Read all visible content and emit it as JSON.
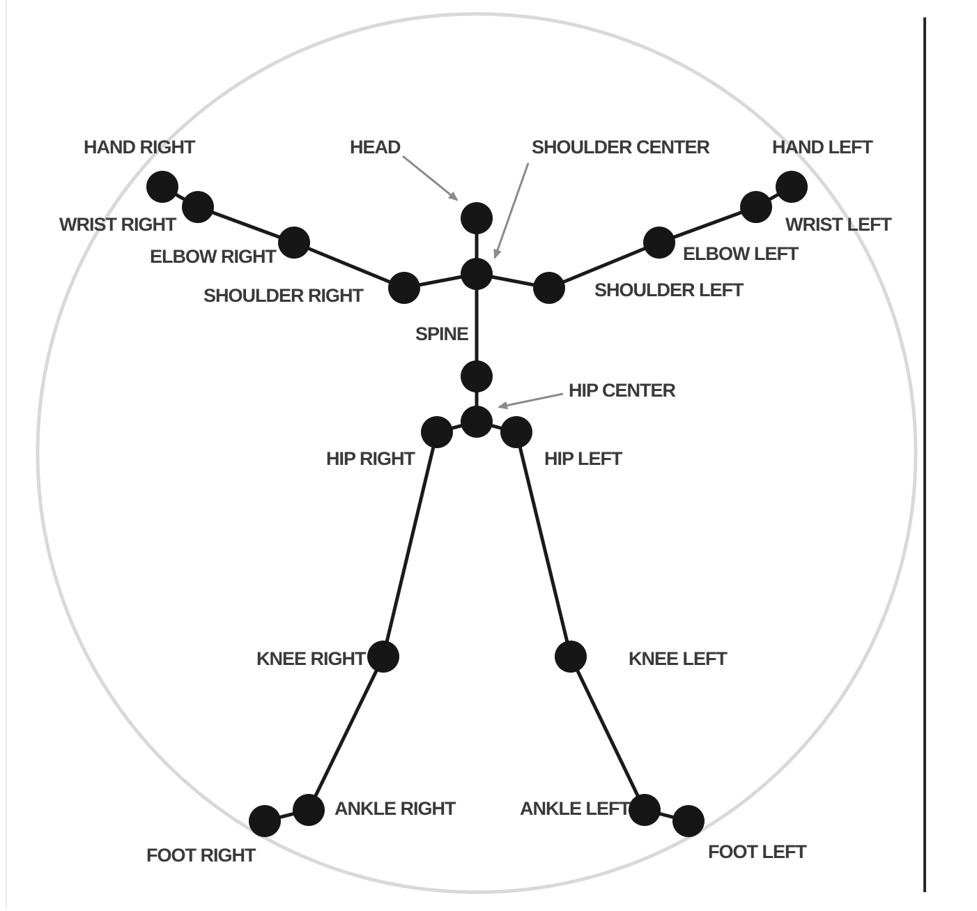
{
  "colors": {
    "background": "#ffffff",
    "circle": "#d9d9d9",
    "bone": "#1a1a1a",
    "joint": "#161616",
    "label": "#3a3a3a",
    "arrow": "#8a8a8a",
    "divider": "#2a2a2a",
    "left_edge": "#e8e8e8"
  },
  "labels": {
    "hand_right": "HAND RIGHT",
    "wrist_right": "WRIST RIGHT",
    "elbow_right": "ELBOW RIGHT",
    "shoulder_right": "SHOULDER RIGHT",
    "head": "HEAD",
    "shoulder_center": "SHOULDER CENTER",
    "hand_left": "HAND LEFT",
    "wrist_left": "WRIST LEFT",
    "elbow_left": "ELBOW LEFT",
    "shoulder_left": "SHOULDER LEFT",
    "spine": "SPINE",
    "hip_center": "HIP CENTER",
    "hip_right": "HIP RIGHT",
    "hip_left": "HIP LEFT",
    "knee_right": "KNEE RIGHT",
    "knee_left": "KNEE LEFT",
    "ankle_right": "ANKLE RIGHT",
    "ankle_left": "ANKLE LEFT",
    "foot_right": "FOOT RIGHT",
    "foot_left": "FOOT LEFT"
  },
  "joints": [
    "head",
    "shoulder_center",
    "spine",
    "hip_center",
    "shoulder_right",
    "elbow_right",
    "wrist_right",
    "hand_right",
    "shoulder_left",
    "elbow_left",
    "wrist_left",
    "hand_left",
    "hip_right",
    "knee_right",
    "ankle_right",
    "foot_right",
    "hip_left",
    "knee_left",
    "ankle_left",
    "foot_left"
  ],
  "bones": [
    [
      "head",
      "shoulder_center"
    ],
    [
      "shoulder_center",
      "spine"
    ],
    [
      "spine",
      "hip_center"
    ],
    [
      "shoulder_center",
      "shoulder_right"
    ],
    [
      "shoulder_right",
      "elbow_right"
    ],
    [
      "elbow_right",
      "wrist_right"
    ],
    [
      "wrist_right",
      "hand_right"
    ],
    [
      "shoulder_center",
      "shoulder_left"
    ],
    [
      "shoulder_left",
      "elbow_left"
    ],
    [
      "elbow_left",
      "wrist_left"
    ],
    [
      "wrist_left",
      "hand_left"
    ],
    [
      "hip_center",
      "hip_right"
    ],
    [
      "hip_right",
      "knee_right"
    ],
    [
      "knee_right",
      "ankle_right"
    ],
    [
      "ankle_right",
      "foot_right"
    ],
    [
      "hip_center",
      "hip_left"
    ],
    [
      "hip_left",
      "knee_left"
    ],
    [
      "knee_left",
      "ankle_left"
    ],
    [
      "ankle_left",
      "foot_left"
    ]
  ],
  "arrows": [
    "head",
    "shoulder_center",
    "hip_center"
  ]
}
